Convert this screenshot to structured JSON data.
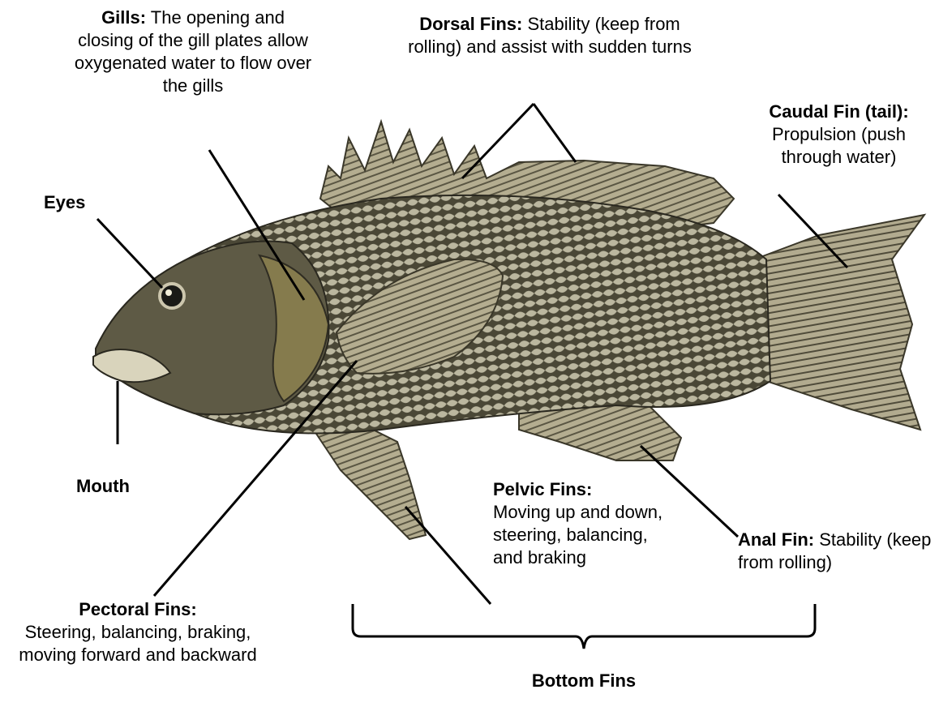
{
  "labels": {
    "gills": {
      "title": "Gills:",
      "text": " The opening and closing of the gill plates allow oxygenated water to flow over the gills"
    },
    "dorsal": {
      "title": "Dorsal Fins:",
      "text": " Stability (keep from rolling) and assist with sudden turns"
    },
    "caudal": {
      "title": "Caudal Fin (tail):",
      "text": "Propulsion (push through water)"
    },
    "eyes": {
      "title": "Eyes"
    },
    "mouth": {
      "title": "Mouth"
    },
    "pectoral": {
      "title": "Pectoral Fins:",
      "text": "Steering, balancing, braking, moving forward and backward"
    },
    "pelvic": {
      "title": "Pelvic Fins:",
      "text": "Moving up and down, steering, balancing, and braking"
    },
    "anal": {
      "title": "Anal Fin:",
      "text": " Stability (keep from rolling)"
    },
    "bottom": {
      "title": "Bottom Fins"
    }
  },
  "colors": {
    "body": "#6f6a52",
    "scales": "#d8d4c0",
    "fin": "#9a947a",
    "belly": "#c9c3a3",
    "outline": "#2a281f"
  }
}
